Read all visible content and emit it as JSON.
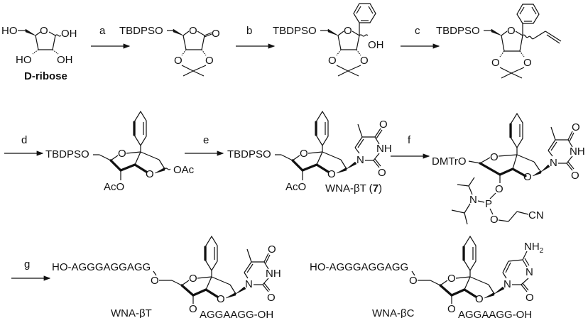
{
  "scheme": {
    "reagent_steps": [
      "a",
      "b",
      "c",
      "d",
      "e",
      "f",
      "g"
    ],
    "compounds": {
      "d_ribose": {
        "name": "D-ribose",
        "atoms": [
          "HO",
          "O",
          "OH",
          "HO",
          "OH"
        ]
      },
      "lactone": {
        "atoms": [
          "TBDPSO",
          "O",
          "O",
          "O",
          "O"
        ]
      },
      "lactol": {
        "atoms": [
          "TBDPSO",
          "O",
          "OH",
          "O",
          "O"
        ]
      },
      "allyl": {
        "atoms": [
          "TBDPSO",
          "O",
          "O",
          "O"
        ]
      },
      "diacetate": {
        "atoms": [
          "TBDPSO",
          "O",
          "O",
          "OAc",
          "AcO"
        ]
      },
      "wna_bt_protected": {
        "name_prefix": "WNA-βT (",
        "name_number": "7",
        "name_suffix": ")",
        "atoms": [
          "TBDPSO",
          "O",
          "O",
          "AcO",
          "N",
          "NH",
          "O",
          "O"
        ]
      },
      "phosphoramidite": {
        "atoms": [
          "DMTrO",
          "O",
          "O",
          "O",
          "N",
          "P",
          "O",
          "CN",
          "N",
          "NH",
          "O",
          "O"
        ]
      },
      "oligo_t": {
        "name": "WNA-βT",
        "five_prime": "HO-AGGGAGGAGG",
        "three_prime": "AGGAAGG-OH",
        "atoms": [
          "O",
          "O",
          "O",
          "O",
          "N",
          "NH",
          "O",
          "O"
        ]
      },
      "oligo_c": {
        "name": "WNA-βC",
        "five_prime": "HO-AGGGAGGAGG",
        "three_prime": "AGGAAGG-OH",
        "atoms": [
          "O",
          "O",
          "O",
          "O",
          "N",
          "N",
          "NH",
          "2",
          "O"
        ]
      }
    }
  }
}
